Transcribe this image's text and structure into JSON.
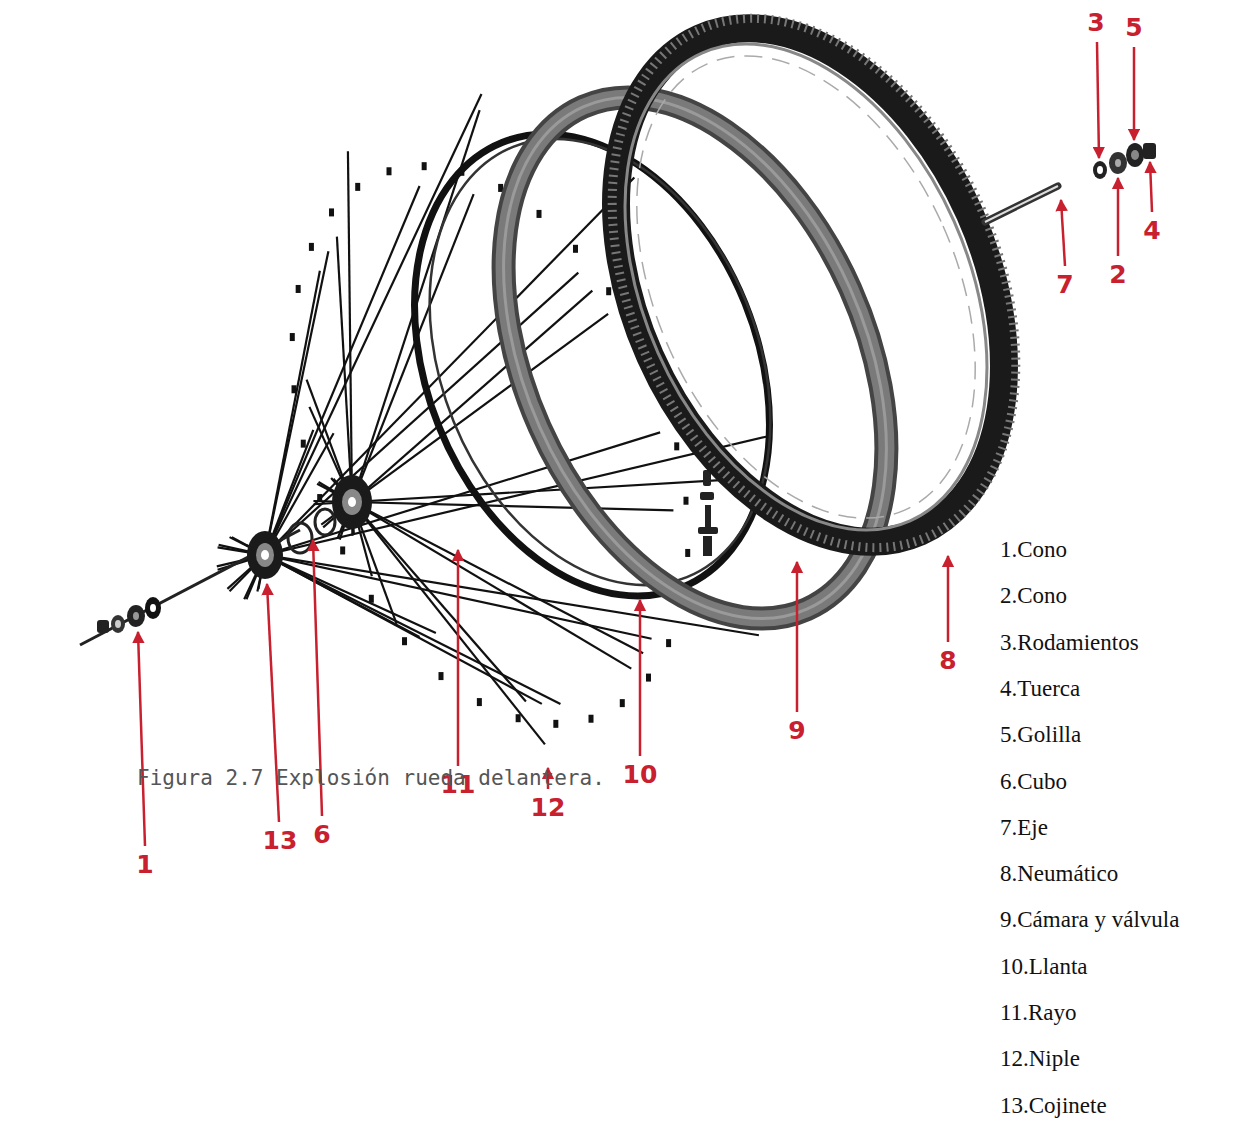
{
  "diagram": {
    "caption": "Figura 2.7 Explosión rueda delantera.",
    "labels": [
      "3",
      "5",
      "4",
      "7",
      "2",
      "8",
      "9",
      "10",
      "11",
      "12",
      "13",
      "6",
      "1",
      "1.Cono",
      "2.Cono",
      "3.Rodamientos",
      "4.Tuerca",
      "5.Golilla",
      "6.Cubo",
      "7.Eje",
      "8.Neumático",
      "9.Cámara y válvula",
      "10.Llanta",
      "11.Rayo",
      "12.Niple",
      "13.Cojinete"
    ]
  }
}
